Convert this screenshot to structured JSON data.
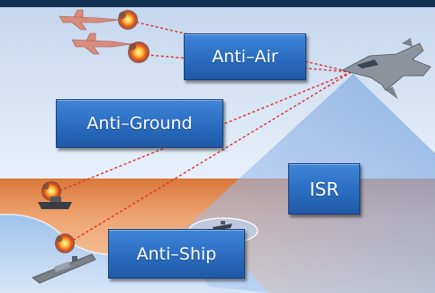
{
  "diagram": {
    "missions": [
      {
        "id": "anti-air",
        "label": "Anti–Air"
      },
      {
        "id": "anti-ground",
        "label": "Anti–Ground"
      },
      {
        "id": "isr",
        "label": "ISR"
      },
      {
        "id": "anti-ship",
        "label": "Anti–Ship"
      }
    ]
  },
  "colors": {
    "sky_top": "#c9daf0",
    "sky_bottom": "#e4eef8",
    "ground": "#e3894a",
    "sea": "#a9c9ee",
    "header_band": "#12304f",
    "box_fill": "#2f74c8",
    "engagement_line": "#e0322a",
    "sensor_beam": "#8fb2e6"
  },
  "icons": {
    "fighter": "stealth-fighter-icon",
    "enemy_jets": "enemy-jet-icon",
    "explosion": "explosion-icon",
    "ship": "ship-icon",
    "boat": "boat-icon"
  }
}
